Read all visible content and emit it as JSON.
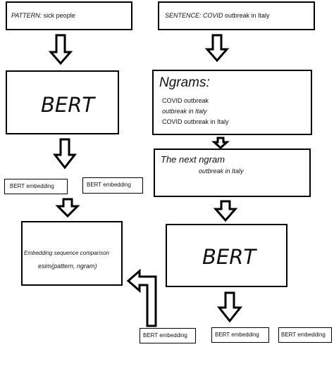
{
  "pattern_box": {
    "label": "PATTERN:",
    "text": " sick people"
  },
  "sentence_box": {
    "label": "SENTENCE: COVID",
    "text": " outbreak in Italy"
  },
  "bert_left": {
    "label": "BERT"
  },
  "ngrams_box": {
    "title": "Ngrams:",
    "items": [
      "COVID outbreak",
      "outbreak in Italy",
      "COVID outbreak in Italy"
    ]
  },
  "next_ngram_box": {
    "title": "The next ngram",
    "text": "outbreak in Italy"
  },
  "embeddings_left": [
    "BERT embedding",
    "BERT embedding"
  ],
  "comparison_box": {
    "line1": "Embedding sequence comparison",
    "line2": "esim(pattern, ngram)"
  },
  "bert_right": {
    "label": "BERT"
  },
  "embeddings_bottom": [
    "BERT embedding",
    "BERT embedding",
    "BERT embedding"
  ]
}
